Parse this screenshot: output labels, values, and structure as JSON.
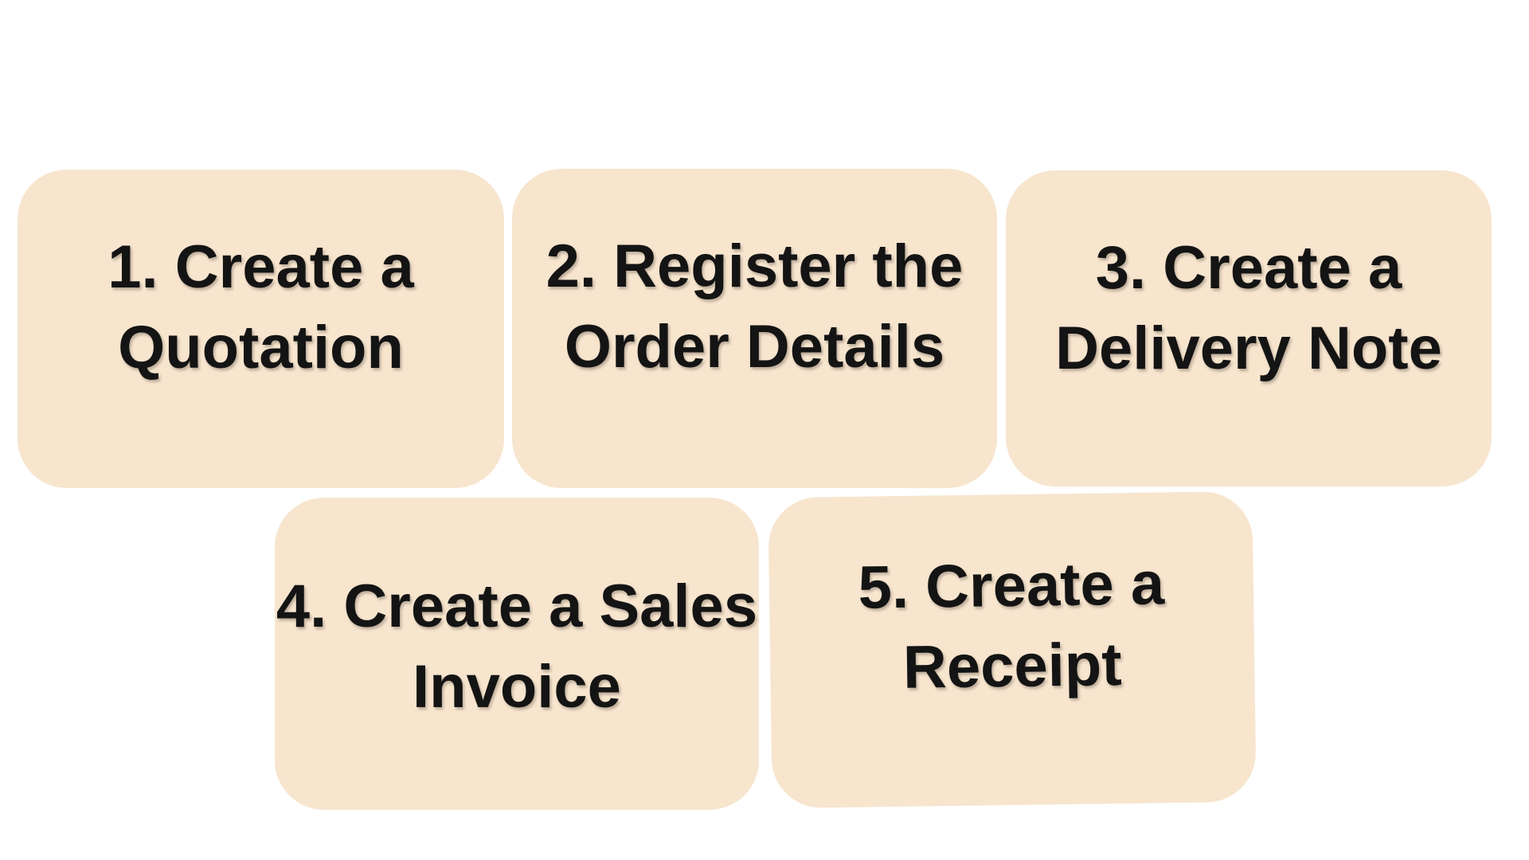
{
  "steps": [
    {
      "label": "1. Create a\nQuotation"
    },
    {
      "label": "2. Register the\nOrder Details"
    },
    {
      "label": "3. Create a\nDelivery Note"
    },
    {
      "label": "4. Create a Sales\nInvoice"
    },
    {
      "label": "5. Create a\nReceipt"
    }
  ],
  "colors": {
    "box_fill": "#F7E5CE",
    "text": "#141414",
    "background": "#FFFFFF"
  }
}
